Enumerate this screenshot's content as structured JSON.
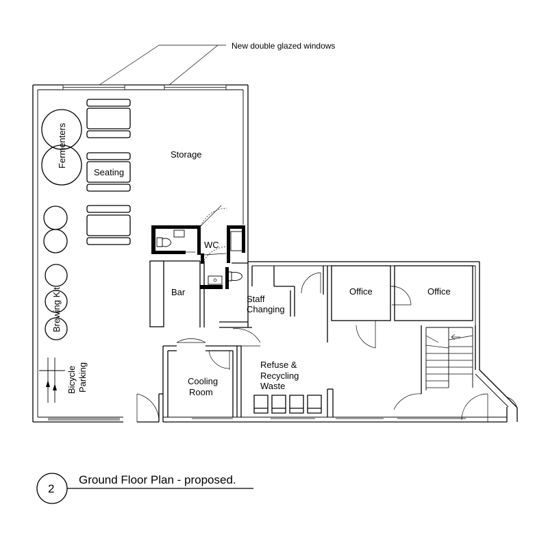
{
  "annotation": {
    "windows": "New double glazed windows"
  },
  "rooms": {
    "storage": "Storage",
    "fermenters": "Fermenters",
    "seating": "Seating",
    "wc": "WC",
    "bar": "Bar",
    "brewing_kit": "Brewing Kit",
    "bicycle": "Bicycle",
    "parking": "Parking",
    "staff_1": "Staff",
    "staff_2": "Changing",
    "office_1": "Office",
    "office_2": "Office",
    "refuse_1": "Refuse &",
    "refuse_2": "Recycling",
    "refuse_3": "Waste",
    "cooling_1": "Cooling",
    "cooling_2": "Room"
  },
  "title_block": {
    "number": "2",
    "title": "Ground Floor Plan - proposed."
  }
}
